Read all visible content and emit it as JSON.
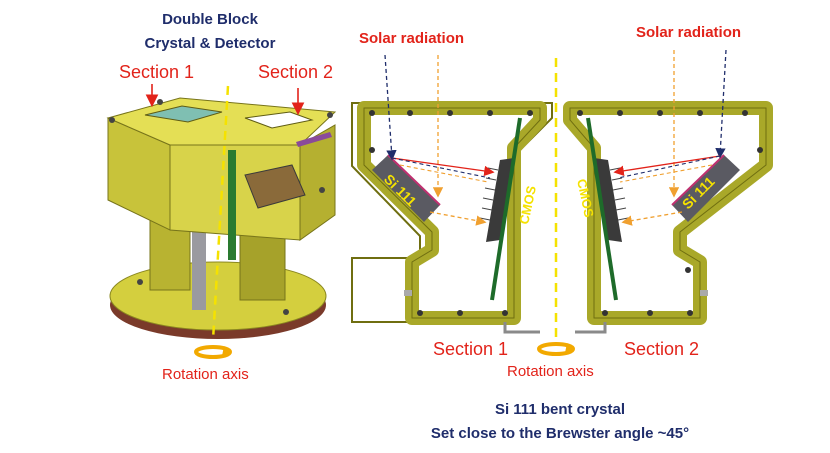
{
  "title": {
    "line1": "Double Block",
    "line2": "Crystal & Detector"
  },
  "left_figure": {
    "section1": "Section 1",
    "section2": "Section 2",
    "rotation_label": "Rotation axis"
  },
  "right_figure": {
    "solar_left": "Solar radiation",
    "solar_right": "Solar radiation",
    "crystal_left": "Si 111",
    "crystal_right": "Si 111",
    "detector_left": "CMOS",
    "detector_right": "CMOS",
    "section1": "Section 1",
    "section2": "Section 2",
    "rotation_label": "Rotation axis"
  },
  "caption": {
    "line1": "Si 111 bent crystal",
    "line2": "Set close to the Brewster angle ~45°"
  },
  "colors": {
    "frame": "#a9a829",
    "frame_dark": "#6f6e10",
    "label_red": "#e2231a",
    "title_blue": "#1f2d6b",
    "crystal_gray": "#5a5a62",
    "detector_green": "#1e6b2a",
    "rotation_arrow": "#f2a900"
  }
}
